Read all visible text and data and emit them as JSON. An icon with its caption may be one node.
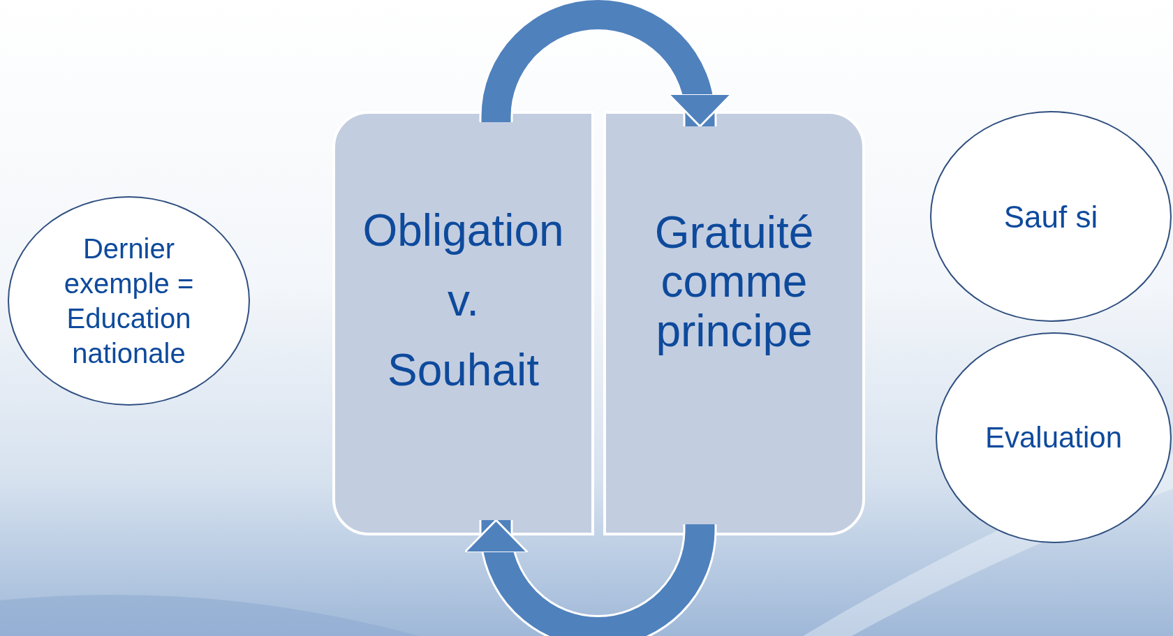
{
  "diagram": {
    "nodes": [
      {
        "text": [
          "Dernier exemple = Education nationale"
        ]
      },
      {
        "text": [
          "Obligation",
          "v.",
          "Souhait"
        ]
      },
      {
        "text": [
          "Gratuité comme principe"
        ]
      },
      {
        "text": [
          "Sauf si"
        ]
      },
      {
        "text": [
          "Evaluation"
        ]
      }
    ],
    "edges": [
      {
        "from": 1,
        "to": 2,
        "arrow": "to"
      },
      {
        "from": 2,
        "to": 1,
        "arrow": "to"
      }
    ]
  }
}
